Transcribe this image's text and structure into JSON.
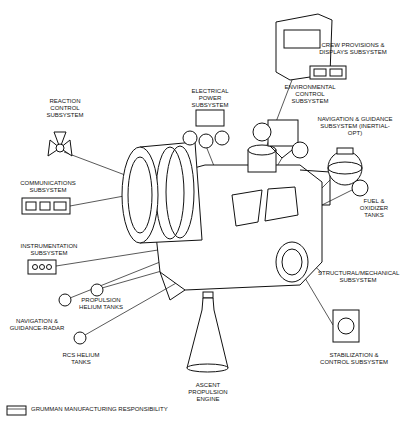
{
  "diagram": {
    "labels": [
      "CREW PROVISIONS & DISPLAYS SUBSYSTEM",
      "ELECTRICAL POWER SUBSYSTEM",
      "ENVIRONMENTAL CONTROL SUBSYSTEM",
      "REACTION CONTROL SUBSYSTEM",
      "NAVIGATION & GUIDANCE SUBSYSTEM (INERTIAL-OPT)",
      "COMMUNICATIONS SUBSYSTEM",
      "FUEL & OXIDIZER TANKS",
      "INSTRUMENTATION SUBSYSTEM",
      "STRUCTURAL/MECHANICAL SUBSYSTEM",
      "PROPULSION HELIUM TANKS",
      "NAVIGATION & GUIDANCE-RADAR",
      "STABILIZATION & CONTROL SUBSYSTEM",
      "RCS HELIUM TANKS",
      "ASCENT PROPULSION ENGINE"
    ],
    "legend": [
      {
        "text": "GRUMMAN MANUFACTURING RESPONSIBILITY"
      }
    ]
  }
}
